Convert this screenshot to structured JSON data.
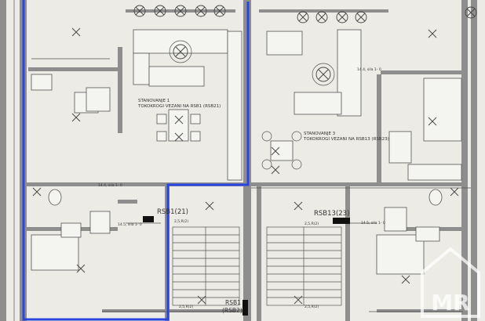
{
  "plan": {
    "units_left": [
      "STANOVANJE 1",
      "TOKOKROGI VEZANI NA RSB1 (RSB21)"
    ],
    "units_right": [
      "STANOVANJE 3",
      "TOKOKROGI VEZANI NA RSB13 (RSB23)"
    ],
    "boards": {
      "rsb1_21": "RSB1(21)",
      "rsb13_23": "RSB13(23)",
      "rsb1_rsb2": [
        "RSB1",
        "(RSB2)"
      ]
    },
    "small_labels": {
      "ceiling_a": "14.4, sila 1- 0",
      "ceiling_b": "14.5, sila 1- 0",
      "ceiling_c": "14.4, sila 1- 0",
      "ceiling_d": "14.5, sila 1- 0",
      "socket_a": "2,5,R(2)",
      "socket_b": "2,5,R(2)",
      "socket_c": "2,5,R(2)",
      "socket_d": "2,5,R(2)"
    },
    "highlight_color": "#2b46e0"
  },
  "watermark": {
    "text": "MR"
  }
}
